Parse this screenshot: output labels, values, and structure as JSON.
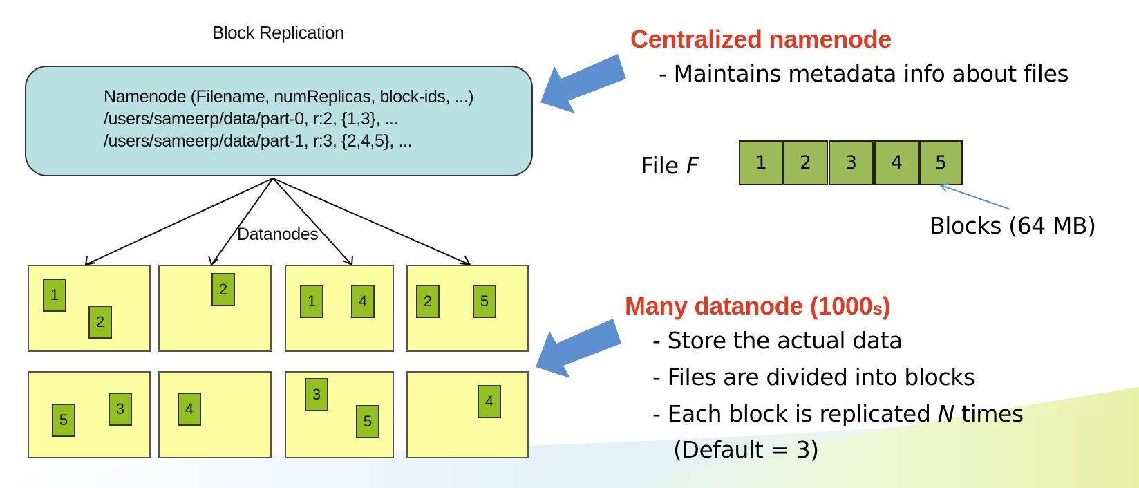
{
  "diagram": {
    "title": "Block Replication",
    "namenode": {
      "lines": [
        "Namenode (Filename, numReplicas, block-ids, ...)",
        "/users/sameerp/data/part-0, r:2, {1,3}, ...",
        "/users/sameerp/data/part-1, r:3, {2,4,5}, ..."
      ]
    },
    "datanodes_label": "Datanodes",
    "datanodes": [
      {
        "blocks": [
          "1",
          "2"
        ]
      },
      {
        "blocks": [
          "2"
        ]
      },
      {
        "blocks": [
          "1",
          "4"
        ]
      },
      {
        "blocks": [
          "2",
          "5"
        ]
      },
      {
        "blocks": [
          "5",
          "3"
        ]
      },
      {
        "blocks": [
          "4"
        ]
      },
      {
        "blocks": [
          "3",
          "5"
        ]
      },
      {
        "blocks": [
          "4"
        ]
      }
    ]
  },
  "namenode_note": {
    "heading": "Centralized namenode",
    "bullet": "- Maintains metadata info about files"
  },
  "file": {
    "label_prefix": "File ",
    "label_var": "F",
    "blocks": [
      "1",
      "2",
      "3",
      "4",
      "5"
    ],
    "blocks_caption": "Blocks (64 MB)"
  },
  "datanode_note": {
    "heading_main": "Many datanode (1000",
    "heading_small": "s",
    "heading_close": ")",
    "bullets": [
      "- Store the actual data",
      "- Files are divided into blocks"
    ],
    "replication_prefix": "- Each block is replicated ",
    "replication_var": "N",
    "replication_suffix": " times",
    "default_note": "(Default = 3)"
  },
  "colors": {
    "namenode_fill": "#b9e0e3",
    "datanode_fill": "#fdfea1",
    "block_fill": "#93c01f",
    "file_block_fill": "#9bbb59",
    "heading_red": "#e03a22",
    "arrow_blue": "#5b8fd0"
  }
}
